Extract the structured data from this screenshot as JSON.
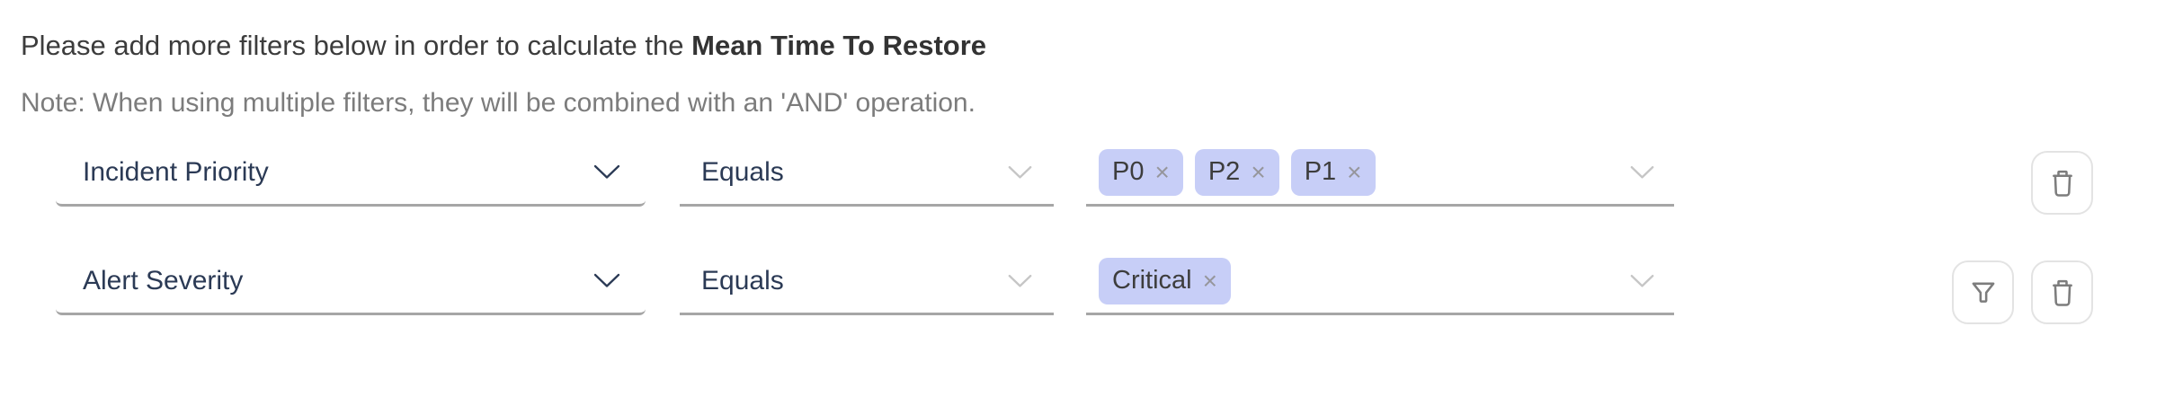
{
  "header": {
    "intro_text": "Please add more filters below in order to calculate the ",
    "metric_name": "Mean Time To Restore",
    "note": "Note: When using multiple filters, they will be combined with an 'AND' operation."
  },
  "filters": {
    "rows": [
      {
        "attribute": "Incident Priority",
        "operator": "Equals",
        "values": [
          "P0",
          "P2",
          "P1"
        ]
      },
      {
        "attribute": "Alert Severity",
        "operator": "Equals",
        "values": [
          "Critical"
        ]
      }
    ]
  },
  "ui": {
    "remove_glyph": "×"
  },
  "icons": {
    "chevron_down": "chevron-down",
    "funnel": "funnel",
    "trash": "trash"
  },
  "colors": {
    "heading_text": "#3c3c3c",
    "note_text": "#7c7c7c",
    "field_text": "#2b3a55",
    "underline": "#a6a6a6",
    "tag_background": "#c7cef7",
    "tag_text": "#3d3d3d",
    "icon_gray": "#7d7d7d",
    "button_border": "#e3e3e3"
  }
}
